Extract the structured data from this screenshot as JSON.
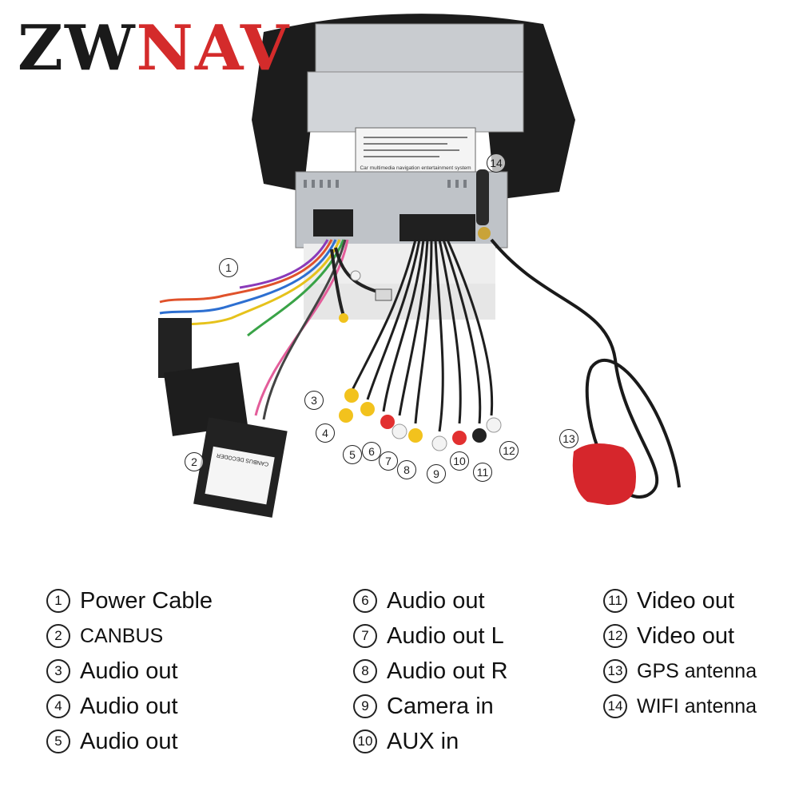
{
  "brand": {
    "left": "ZW",
    "right": "NAV",
    "accent_color": "#d42b2b"
  },
  "label_text": "Car multimedia navigation entertainment system",
  "decoder_text": "CANBUS DECODER",
  "callouts": [
    "1",
    "2",
    "3",
    "4",
    "5",
    "6",
    "7",
    "8",
    "9",
    "10",
    "11",
    "12",
    "13",
    "14"
  ],
  "legend": {
    "col1": [
      {
        "num": "1",
        "label": "Power Cable"
      },
      {
        "num": "2",
        "label": "CANBUS"
      },
      {
        "num": "3",
        "label": "Audio out"
      },
      {
        "num": "4",
        "label": "Audio out"
      },
      {
        "num": "5",
        "label": "Audio out"
      }
    ],
    "col2": [
      {
        "num": "6",
        "label": "Audio out"
      },
      {
        "num": "7",
        "label": "Audio out L"
      },
      {
        "num": "8",
        "label": "Audio out R"
      },
      {
        "num": "9",
        "label": "Camera in"
      },
      {
        "num": "10",
        "label": "AUX in"
      }
    ],
    "col3": [
      {
        "num": "11",
        "label": "Video out"
      },
      {
        "num": "12",
        "label": "Video out"
      },
      {
        "num": "13",
        "label": "GPS antenna"
      },
      {
        "num": "14",
        "label": "WIFI antenna"
      }
    ]
  }
}
